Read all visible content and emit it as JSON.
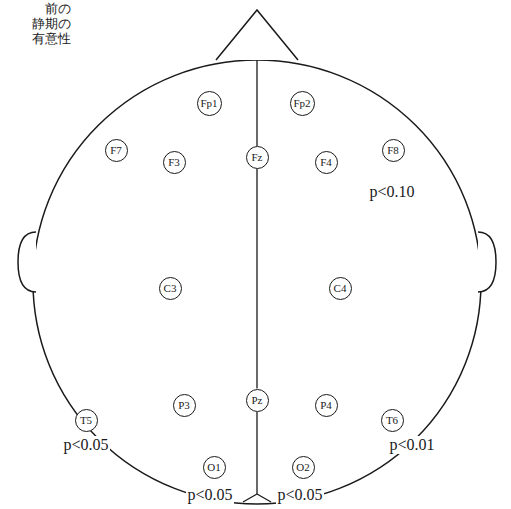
{
  "diagram": {
    "nodes": [
      {
        "text": [
          "Fp1"
        ]
      },
      {
        "text": [
          "Fp2"
        ]
      },
      {
        "text": [
          "F7"
        ]
      },
      {
        "text": [
          "F3"
        ]
      },
      {
        "text": [
          "Fz"
        ]
      },
      {
        "text": [
          "F4"
        ]
      },
      {
        "text": [
          "F8"
        ]
      },
      {
        "text": [
          "C3"
        ]
      },
      {
        "text": [
          "C4"
        ]
      },
      {
        "text": [
          "T5"
        ]
      },
      {
        "text": [
          "P3"
        ]
      },
      {
        "text": [
          "Pz"
        ]
      },
      {
        "text": [
          "P4"
        ]
      },
      {
        "text": [
          "T6"
        ]
      },
      {
        "text": [
          "O1"
        ]
      },
      {
        "text": [
          "O2"
        ]
      }
    ],
    "edges": [
      {
        "from": 4,
        "to": 11,
        "arrow": "none"
      }
    ],
    "labels": [
      "前の 静期の 有意性",
      "p<0.10",
      "p<0.05",
      "p<0.01",
      "p<0.05",
      "p<0.05"
    ]
  }
}
